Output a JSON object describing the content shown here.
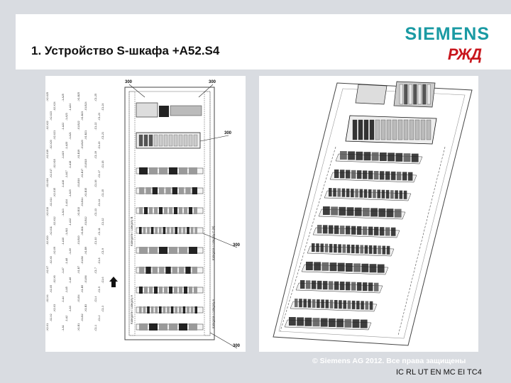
{
  "slide": {
    "title": "1. Устройство S-шкафа +A52.S4"
  },
  "brand": {
    "siemens": "SIEMENS",
    "rzd": "РЖД",
    "siemens_color": "#1a9aa3",
    "rzd_color": "#c8161d"
  },
  "left_drawing": {
    "callouts": [
      "300",
      "300",
      "300",
      "300",
      "300"
    ],
    "rail_labels": [
      "Kategorie / category B",
      "Kategorie / category C (B)",
      "Kategorie / category A",
      "Kategorie / category A"
    ],
    "wire_lists": [
      [
        "-X2-X1",
        "-X2-X2",
        "-X2-X3",
        "-X2-X4",
        "-X2-X5",
        "-X2-X6",
        "-X2-X7",
        "-X2-X8",
        "-X2-X9",
        "-X2-X10",
        "-X2-X11",
        "-X2-X12",
        "-X2-X13",
        "-X2-X14",
        "-X2-X15",
        "-X2-X16",
        "-X2-X17",
        "-X2-X18",
        "-X2-X19",
        "-X2-X20",
        "-X2-X21",
        "-X2-X22",
        "-X2-X23",
        "-X2-X24",
        "-X2-X25"
      ],
      [
        "-1-A1",
        "-1-A2",
        "-1-A3",
        "-1-A4",
        "-1-A5",
        "-1-A6",
        "-1-A7",
        "-1-A8",
        "-1-A9",
        "-1-A10",
        "-1-A11",
        "-1-A12",
        "-1-A13",
        "-1-A14",
        "-1-A15",
        "-1-A16",
        "-1-A17",
        "-1-A18",
        "-1-A19",
        "-1-A20",
        "-1-A21",
        "-1-A22",
        "-1-A23",
        "-1-A24",
        "-1-A25"
      ],
      [
        "-X1-B1",
        "-X1-B2",
        "-X1-B3",
        "-X1-B4",
        "-X1-B5",
        "-X1-B6",
        "-X1-B7",
        "-X1-B8",
        "-X1-B9",
        "-X1-B10",
        "-X1-B11",
        "-X1-B12",
        "-X1-B13",
        "-X1-B14",
        "-X1-B15",
        "-X1-B16",
        "-X1-B17",
        "-X1-B18",
        "-X1-B19",
        "-X1-B20",
        "-X1-B21",
        "-X1-B22",
        "-X1-B23",
        "-X1-B24",
        "-X1-B25"
      ],
      [
        "-C1-1",
        "-C1-2",
        "-C1-3",
        "-C1-4",
        "-C1-5",
        "-C1-6",
        "-C1-7",
        "-C1-8",
        "-C1-9",
        "-C1-10",
        "-C1-11",
        "-C1-12",
        "-C1-13",
        "-C1-14",
        "-C1-15",
        "-C1-16",
        "-C1-17",
        "-C1-18",
        "-C1-19",
        "-C1-20",
        "-C1-21",
        "-C1-22",
        "-C1-23",
        "-C1-24",
        "-C1-25"
      ]
    ]
  },
  "footer": {
    "copyright": "© Siemens AG 2012. Все права защищены",
    "code": "IC RL UT EN MC EI TC4"
  }
}
